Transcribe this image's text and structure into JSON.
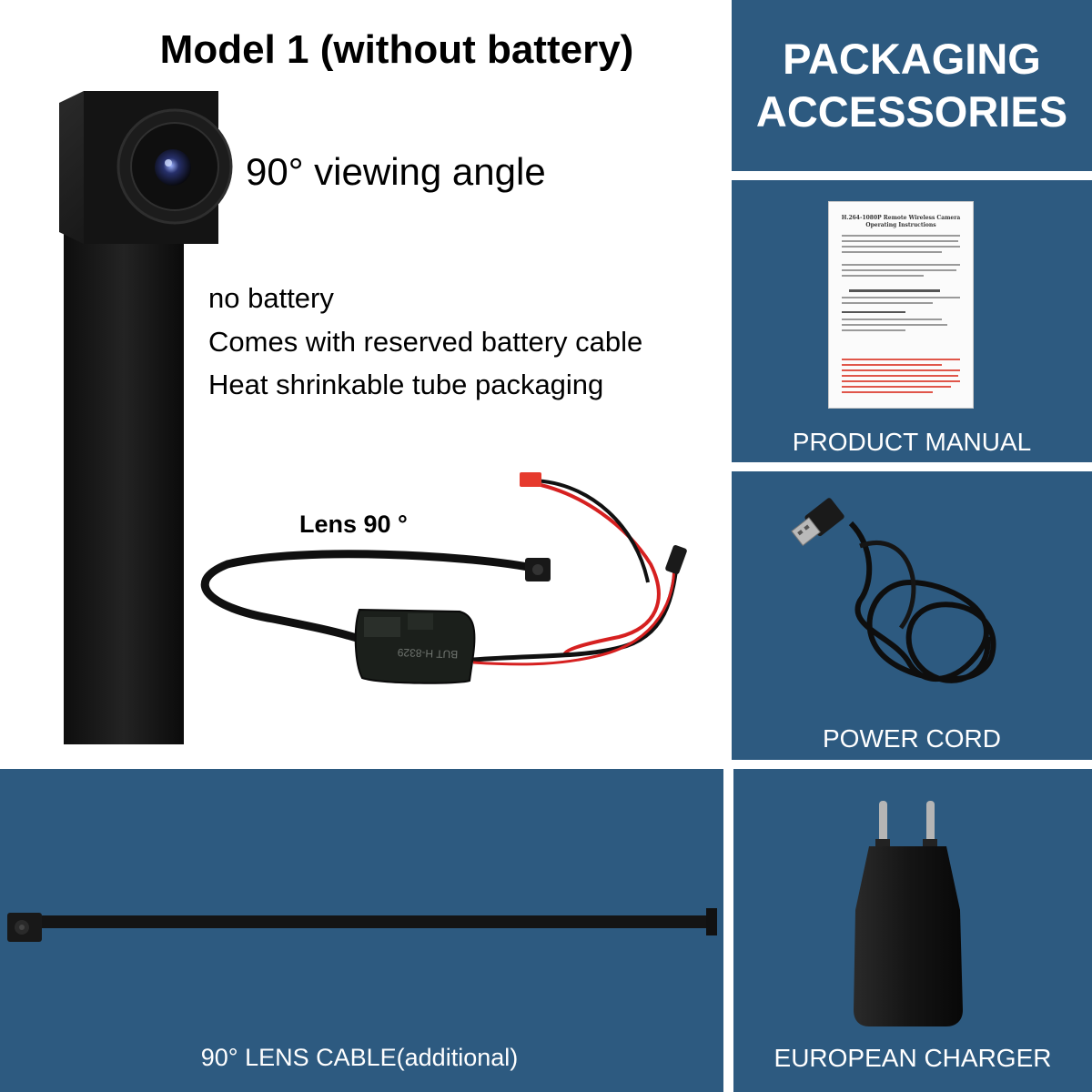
{
  "title": "Model 1 (without battery)",
  "viewing_angle": "90° viewing angle",
  "features": [
    "no battery",
    "Comes with reserved battery cable",
    "Heat shrinkable tube packaging"
  ],
  "lens_label": "Lens 90 °",
  "packaging": {
    "title": "PACKAGING ACCESSORIES",
    "items": {
      "manual": "PRODUCT MANUAL",
      "power_cord": "POWER CORD",
      "lens_cable": "90° LENS CABLE(additional)",
      "charger": "EUROPEAN CHARGER"
    }
  },
  "manual_sheet": {
    "title": "H.264-1080P Remote Wireless Camera Operating Instructions"
  },
  "module_marking": "BUT H-8329",
  "colors": {
    "panel": "#2d5a80",
    "text_dark": "#000000",
    "text_light": "#ffffff",
    "wire_red": "#d62020",
    "device_black": "#111111"
  },
  "icons": {
    "camera_module": "camera-module-icon",
    "usb_cable": "usb-cable-icon",
    "charger": "eu-charger-icon"
  }
}
